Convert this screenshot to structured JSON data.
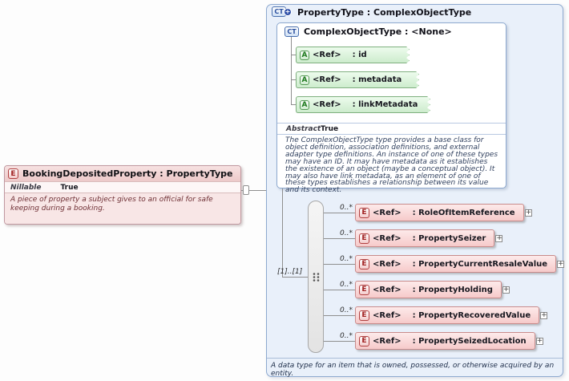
{
  "diagram": {
    "element": {
      "icon": "E",
      "title": "BookingDepositedProperty : PropertyType",
      "nillable_label": "Nillable",
      "nillable_value": "True",
      "description": "A piece of property a subject gives to an official for safe keeping during a booking."
    },
    "type_container": {
      "icon": "CT",
      "plus_glyph": "+",
      "title": "PropertyType : ComplexObjectType",
      "footer": "A data type for an item that is owned, possessed, or otherwise acquired by an entity.",
      "base_type": {
        "icon": "CT",
        "title": "ComplexObjectType : <None>",
        "attributes": [
          {
            "icon": "A",
            "ref": "<Ref>",
            "name": ": id"
          },
          {
            "icon": "A",
            "ref": "<Ref>",
            "name": ": metadata"
          },
          {
            "icon": "A",
            "ref": "<Ref>",
            "name": ": linkMetadata"
          }
        ],
        "abstract_label": "Abstract",
        "abstract_value": "True",
        "description": "The ComplexObjectType type provides a base class for object definition, association definitions, and external adapter type definitions. An instance of one of these types may have an ID. It may have metadata as it establishes the existence of an object (maybe a conceptual object). It may also have link metadata, as an element of one of these types establishes a relationship between its value and its context."
      },
      "sequence": {
        "cardinality": "[1]..[1]",
        "elements": [
          {
            "icon": "E",
            "ref": "<Ref>",
            "name": ": RoleOfItemReference",
            "cardinality": "0..*",
            "expand": "+"
          },
          {
            "icon": "E",
            "ref": "<Ref>",
            "name": ": PropertySeizer",
            "cardinality": "0..*",
            "expand": "+"
          },
          {
            "icon": "E",
            "ref": "<Ref>",
            "name": ": PropertyCurrentResaleValue",
            "cardinality": "0..*",
            "expand": "+"
          },
          {
            "icon": "E",
            "ref": "<Ref>",
            "name": ": PropertyHolding",
            "cardinality": "0..*",
            "expand": "+"
          },
          {
            "icon": "E",
            "ref": "<Ref>",
            "name": ": PropertyRecoveredValue",
            "cardinality": "0..*",
            "expand": "+"
          },
          {
            "icon": "E",
            "ref": "<Ref>",
            "name": ": PropertySeizedLocation",
            "cardinality": "0..*",
            "expand": "+"
          }
        ]
      }
    }
  }
}
